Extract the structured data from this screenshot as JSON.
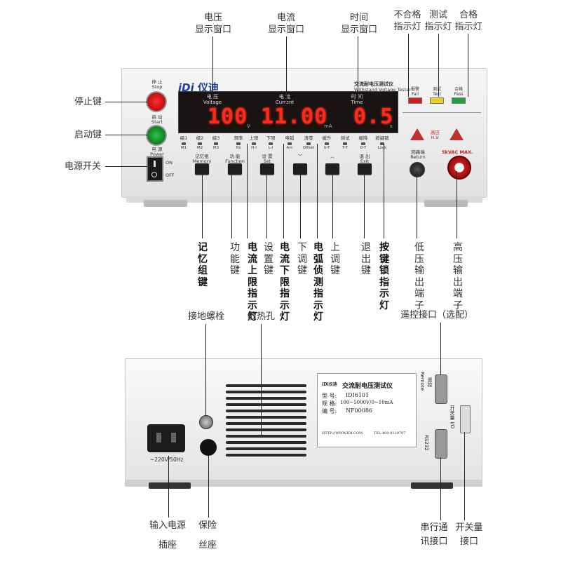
{
  "top_labels": {
    "voltage_window": [
      "电压",
      "显示窗口"
    ],
    "current_window": [
      "电流",
      "显示窗口"
    ],
    "time_window": [
      "时间",
      "显示窗口"
    ],
    "fail_lamp": [
      "不合格",
      "指示灯"
    ],
    "test_lamp": [
      "测试",
      "指示灯"
    ],
    "pass_lamp": [
      "合格",
      "指示灯"
    ]
  },
  "left_labels": {
    "stop_key": "停止键",
    "start_key": "启动键",
    "power_switch": "电源开关"
  },
  "bottom_labels": [
    {
      "text": "记忆组键",
      "bold": true
    },
    {
      "text": "功能键",
      "bold": false
    },
    {
      "text": "设置键",
      "bold": false
    },
    {
      "text": "电流上限指示灯",
      "bold": true
    },
    {
      "text": "电流下限指示灯",
      "bold": true
    },
    {
      "text": "下调键",
      "bold": false
    },
    {
      "text": "电弧侦测指示灯",
      "bold": true
    },
    {
      "text": "上调键",
      "bold": false
    },
    {
      "text": "退出键",
      "bold": false
    },
    {
      "text": "按键锁指示灯",
      "bold": true
    },
    {
      "text": "低压输出端子",
      "bold": false
    },
    {
      "text": "高压输出端子",
      "bold": false
    }
  ],
  "front_panel": {
    "brand": "iDi",
    "brand_cn": "仪迪",
    "title_cn": "交流耐电压测试仪",
    "title_en": "Withstand Voltage Tester",
    "display": {
      "voltage_label": "电 压",
      "voltage_label_en": "Voltage",
      "voltage_value": "100",
      "voltage_unit": "V",
      "current_label": "电 流",
      "current_label_en": "Current",
      "current_value": "11.00",
      "current_unit": "mA",
      "time_label": "时 间",
      "time_label_en": "Time",
      "time_value": "0.5",
      "time_unit": "s"
    },
    "stop": {
      "cn": "停 止",
      "en": "Stop"
    },
    "start": {
      "cn": "启 动",
      "en": "Start"
    },
    "power": {
      "cn": "电 源",
      "en": "Power",
      "on": "ON",
      "off": "OFF"
    },
    "indicators": [
      {
        "cn": "组1",
        "en": "M1"
      },
      {
        "cn": "组2",
        "en": "M2"
      },
      {
        "cn": "组3",
        "en": "M3"
      },
      {
        "cn": "频率",
        "en": "Hz"
      },
      {
        "cn": "上限",
        "en": "H-I"
      },
      {
        "cn": "下限",
        "en": "L-I"
      },
      {
        "cn": "电弧",
        "en": "Arc"
      },
      {
        "cn": "清零",
        "en": "Offset"
      },
      {
        "cn": "缓升",
        "en": "U-T"
      },
      {
        "cn": "测试",
        "en": "T-T"
      },
      {
        "cn": "缓降",
        "en": "D-T"
      },
      {
        "cn": "按键锁",
        "en": "Lock"
      }
    ],
    "keys": [
      {
        "cn": "记忆组",
        "en": "Memory"
      },
      {
        "cn": "功 能",
        "en": "Function"
      },
      {
        "cn": "设 置",
        "en": "Set"
      },
      {
        "cn": "﹀",
        "en": ""
      },
      {
        "cn": "︿",
        "en": ""
      },
      {
        "cn": "退 出",
        "en": "Exit"
      }
    ],
    "lamps": [
      {
        "cn": "报警",
        "en": "Fail",
        "color": "#d02020"
      },
      {
        "cn": "测试",
        "en": "Test",
        "color": "#e8d020"
      },
      {
        "cn": "合格",
        "en": "Pass",
        "color": "#20a040"
      }
    ],
    "return_label": {
      "cn": "回路端",
      "en": "Return"
    },
    "hv_label": {
      "cn": "高压",
      "en": "H.V."
    },
    "hv_rating": "5kVAC MAX."
  },
  "rear_labels": {
    "ground_bolt": "接地螺栓",
    "heat_vent": "散热孔",
    "remote": "遥控接口（选配）",
    "power_inlet": [
      "输入电源",
      "插座"
    ],
    "fuse": [
      "保险",
      "丝座"
    ],
    "serial": [
      "串行通",
      "讯接口"
    ],
    "switch_io": [
      "开关量",
      "接口"
    ]
  },
  "rear_panel": {
    "inlet_text": "~220V/50Hz",
    "remote_cn": "遥控",
    "remote_en": "Remote",
    "rs232": "RS232",
    "io_cn": "开关量",
    "io_en": "I/O",
    "nameplate": {
      "brand": "iDi仪迪",
      "title": "交流耐电压测试仪",
      "model_label": "型 号:",
      "model": "IDI6101",
      "spec_label": "规 格:",
      "spec": "100~5000V/0~10mA",
      "serial_label": "编 号:",
      "serial": "NF00086",
      "footer1": "HTTP://WWW.IDI.COM",
      "footer2": "TEL:400-8119707"
    }
  }
}
